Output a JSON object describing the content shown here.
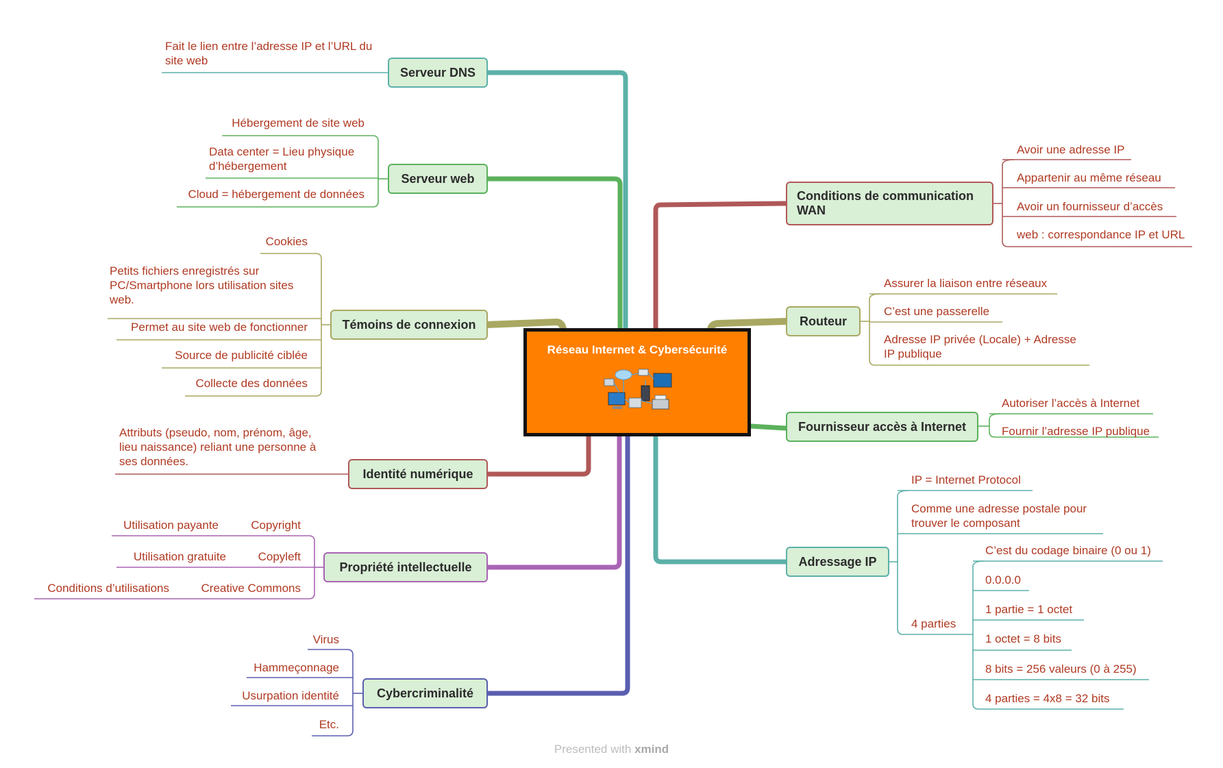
{
  "central": {
    "title": "Réseau Internet & Cybersécurité",
    "image_icon": "computer-network-illustration"
  },
  "colors": {
    "teal": "#5bb0a8",
    "green": "#5cb15c",
    "olive": "#a9a862",
    "brown": "#b05858",
    "purple": "#a964b4",
    "indigo": "#5a5eb0",
    "leaf_text": "#b03a23",
    "center": "#ff7f00",
    "node_fill": "#d9efd6"
  },
  "branches": {
    "dns": {
      "label": "Serveur DNS",
      "leaves": [
        "Fait le lien entre l’adresse IP et l’URL du site web"
      ]
    },
    "web": {
      "label": "Serveur web",
      "leaves": [
        "Hébergement de site web",
        "Data center = Lieu physique d’hébergement",
        "Cloud = hébergement de données"
      ]
    },
    "temoins": {
      "label": "Témoins de connexion",
      "leaves": [
        "Cookies",
        "Petits fichiers enregistrés sur PC/Smartphone lors utilisation sites web.",
        "Permet au site web de fonctionner",
        "Source de publicité ciblée",
        "Collecte des données"
      ]
    },
    "identite": {
      "label": "Identité numérique",
      "leaves": [
        "Attributs (pseudo, nom, prénom, âge, lieu naissance) reliant une personne à ses données."
      ]
    },
    "propriete": {
      "label": "Propriété intellectuelle",
      "items": [
        {
          "label": "Copyright",
          "sub": "Utilisation payante"
        },
        {
          "label": "Copyleft",
          "sub": "Utilisation gratuite"
        },
        {
          "label": "Creative Commons",
          "sub": "Conditions d’utilisations"
        }
      ]
    },
    "cyber": {
      "label": "Cybercriminalité",
      "leaves": [
        "Virus",
        "Hammeçonnage",
        "Usurpation identité",
        "Etc."
      ]
    },
    "wan": {
      "label": "Conditions de communication WAN",
      "leaves": [
        "Avoir une adresse IP",
        "Appartenir au même réseau",
        "Avoir un fournisseur d’accès",
        "web : correspondance IP et URL"
      ]
    },
    "routeur": {
      "label": "Routeur",
      "leaves": [
        "Assurer la liaison entre réseaux",
        "C’est une passerelle",
        "Adresse IP privée (Locale) + Adresse IP publique"
      ]
    },
    "fai": {
      "label": "Fournisseur accès à Internet",
      "leaves": [
        "Autoriser l’accès à Internet",
        "Fournir l’adresse IP publique"
      ]
    },
    "ip": {
      "label": "Adressage IP",
      "leaves": [
        "IP = Internet Protocol",
        "Comme une adresse postale pour trouver le composant"
      ],
      "parties": {
        "label": "4 parties",
        "leaves": [
          "C’est du codage binaire (0 ou 1)",
          "0.0.0.0",
          "1 partie = 1 octet",
          "1 octet = 8 bits",
          "8 bits = 256 valeurs (0 à 255)",
          "4 parties = 4x8 = 32 bits"
        ]
      }
    }
  },
  "footer": {
    "prefix": "Presented with ",
    "brand": "xmind"
  }
}
